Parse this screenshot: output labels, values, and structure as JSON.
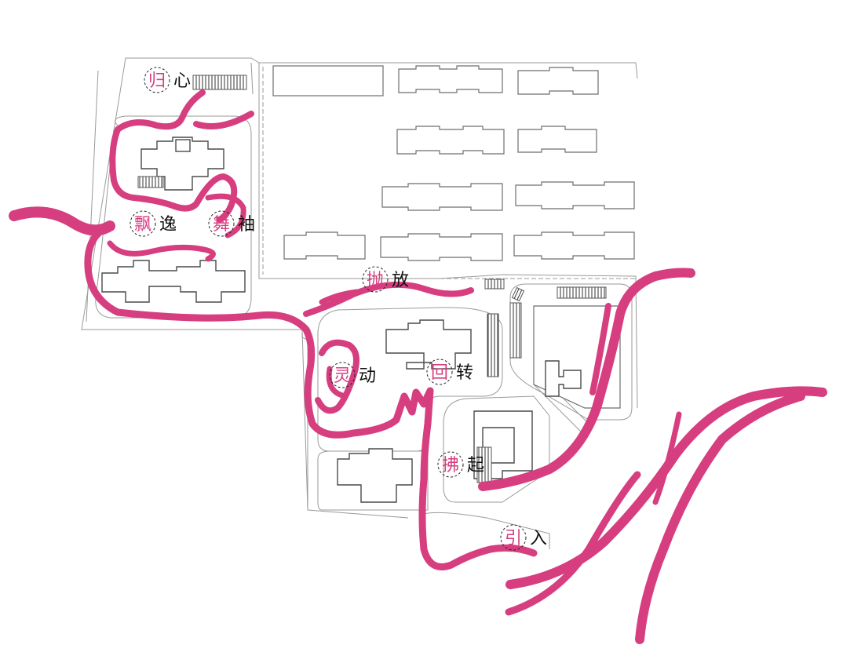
{
  "colors": {
    "ribbon": "#D63E7F",
    "line": "#6e6e6e",
    "label_text": "#111111"
  },
  "labels": [
    {
      "id": "gui-xin",
      "first": "归",
      "second": "心"
    },
    {
      "id": "piao-yi",
      "first": "飘",
      "second": "逸"
    },
    {
      "id": "wu-xiu",
      "first": "舞",
      "second": "袖"
    },
    {
      "id": "pao-fang",
      "first": "抛",
      "second": "放"
    },
    {
      "id": "ling-dong",
      "first": "灵",
      "second": "动"
    },
    {
      "id": "hui-zhuan",
      "first": "回",
      "second": "转"
    },
    {
      "id": "fu-qi",
      "first": "拂",
      "second": "起"
    },
    {
      "id": "yin-ru",
      "first": "引",
      "second": "入"
    }
  ]
}
